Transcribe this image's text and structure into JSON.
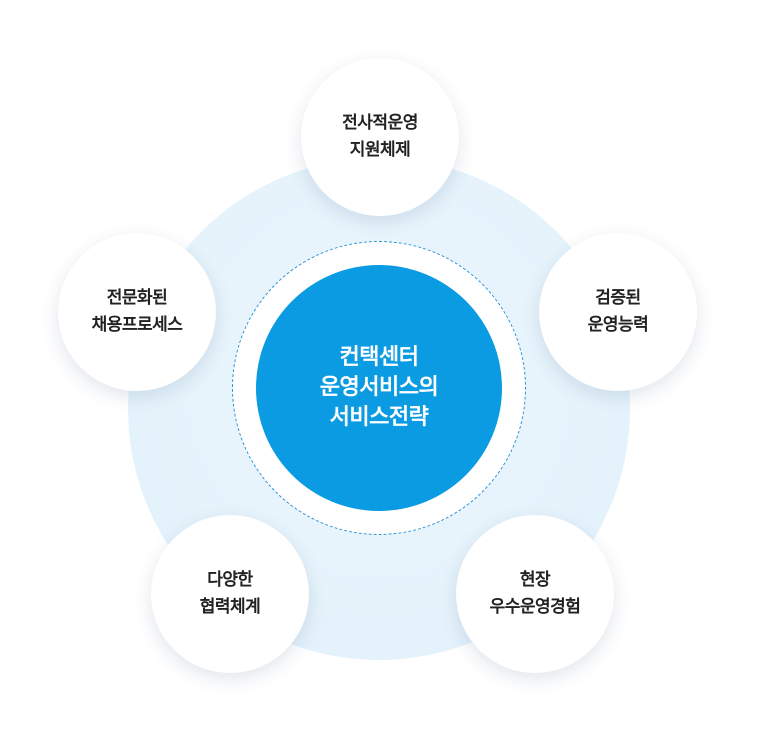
{
  "center": {
    "lines": [
      "컨택센터",
      "운영서비스의",
      "서비스전략"
    ]
  },
  "nodes": {
    "top": {
      "lines": [
        "전사적운영",
        "지원체제"
      ]
    },
    "right": {
      "lines": [
        "검증된",
        "운영능력"
      ]
    },
    "left": {
      "lines": [
        "전문화된",
        "채용프로세스"
      ]
    },
    "bottom_left": {
      "lines": [
        "다양한",
        "협력체계"
      ]
    },
    "bottom_right": {
      "lines": [
        "현장",
        "우수운영경험"
      ]
    }
  },
  "colors": {
    "center_fill": "#0a9be2",
    "background_disc": "#e4f2fb",
    "dashed_ring": "#2a93d8",
    "node_fill": "#ffffff",
    "node_text": "#222222",
    "center_text": "#ffffff"
  }
}
